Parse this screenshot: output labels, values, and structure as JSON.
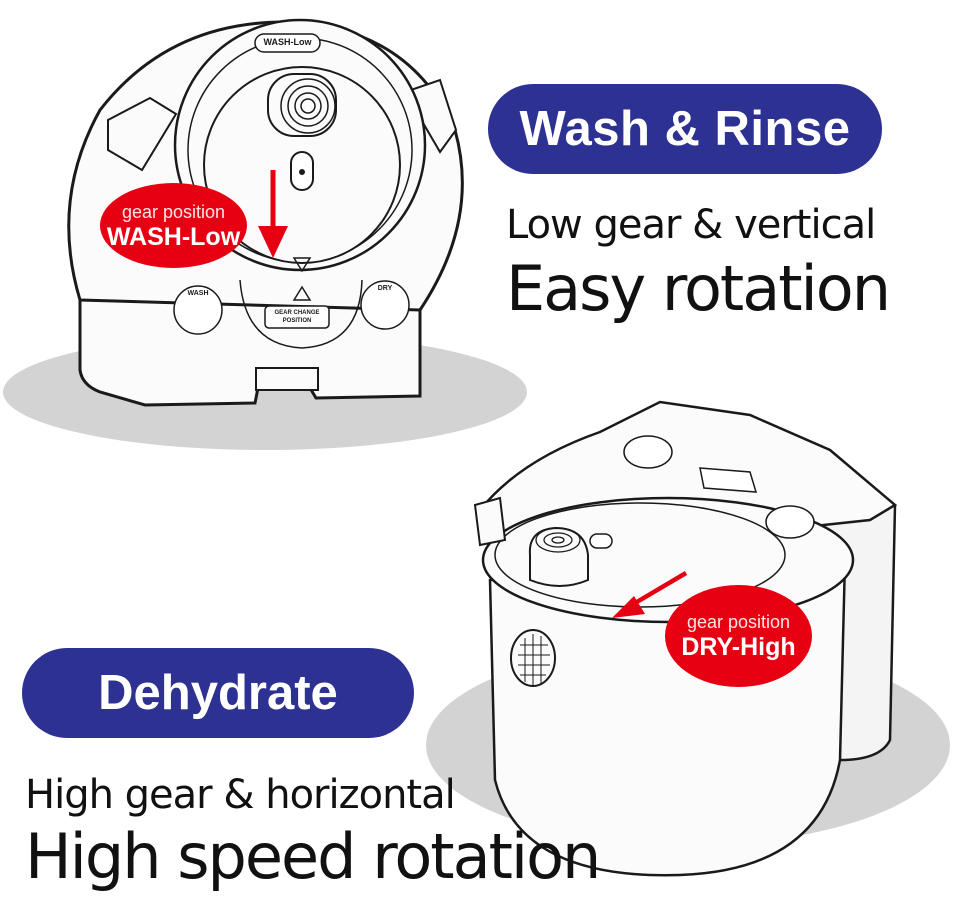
{
  "top": {
    "mode_pill": "Wash & Rinse",
    "subtitle": "Low gear & vertical",
    "headline": "Easy rotation",
    "badge": {
      "line1": "gear position",
      "line2": "WASH-Low"
    },
    "device_labels": {
      "top_tag": "WASH-Low",
      "left_button": "WASH",
      "center_button": "GEAR CHANGE POSITION",
      "right_button": "DRY"
    }
  },
  "bottom": {
    "mode_pill": "Dehydrate",
    "subtitle": "High gear & horizontal",
    "headline": "High speed rotation",
    "badge": {
      "line1": "gear position",
      "line2": "DRY-High"
    }
  },
  "colors": {
    "pill_blue": "#2d3191",
    "badge_red": "#e60012",
    "shadow_gray": "#d3d3d3",
    "line_dark": "#1a1a1a"
  }
}
